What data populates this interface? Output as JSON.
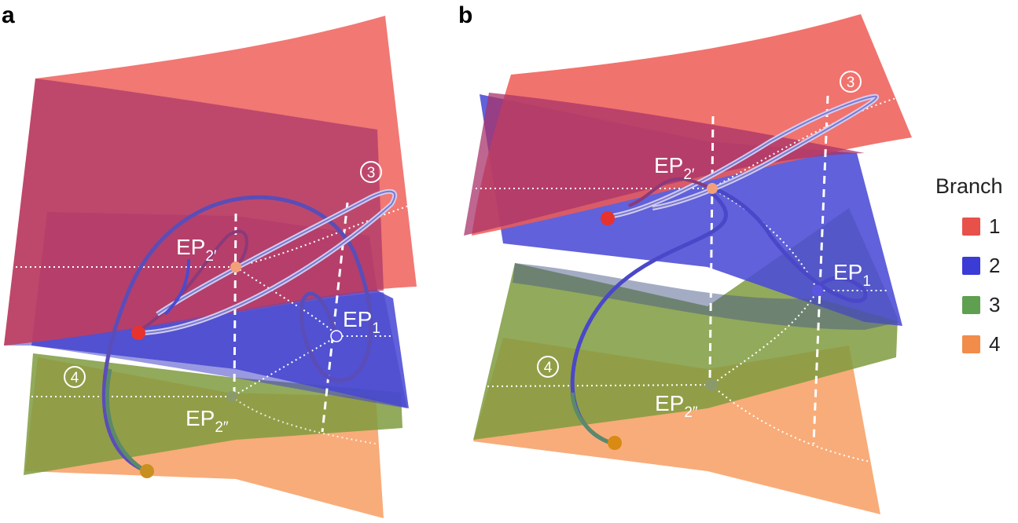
{
  "panels": {
    "a": {
      "letter": "a"
    },
    "b": {
      "letter": "b"
    }
  },
  "labels": {
    "ep1": {
      "base": "EP",
      "sub": "1"
    },
    "ep2p": {
      "base": "EP",
      "sub": "2′"
    },
    "ep2pp": {
      "base": "EP",
      "sub": "2″"
    },
    "loop3": "3",
    "loop4": "4"
  },
  "legend": {
    "title": "Branch",
    "items": [
      {
        "label": "1",
        "color": "#e8504a"
      },
      {
        "label": "2",
        "color": "#3b3bd6"
      },
      {
        "label": "3",
        "color": "#5fa050"
      },
      {
        "label": "4",
        "color": "#f28c4a"
      }
    ]
  },
  "colors": {
    "branch1": "#ee5a54",
    "branch2": "#4a4ad8",
    "branch3": "#7fa050",
    "branch4": "#f79a5c",
    "dark_overlap": "#b23a66",
    "path": "#6d6ad6",
    "path_light": "#c8c6ee"
  }
}
